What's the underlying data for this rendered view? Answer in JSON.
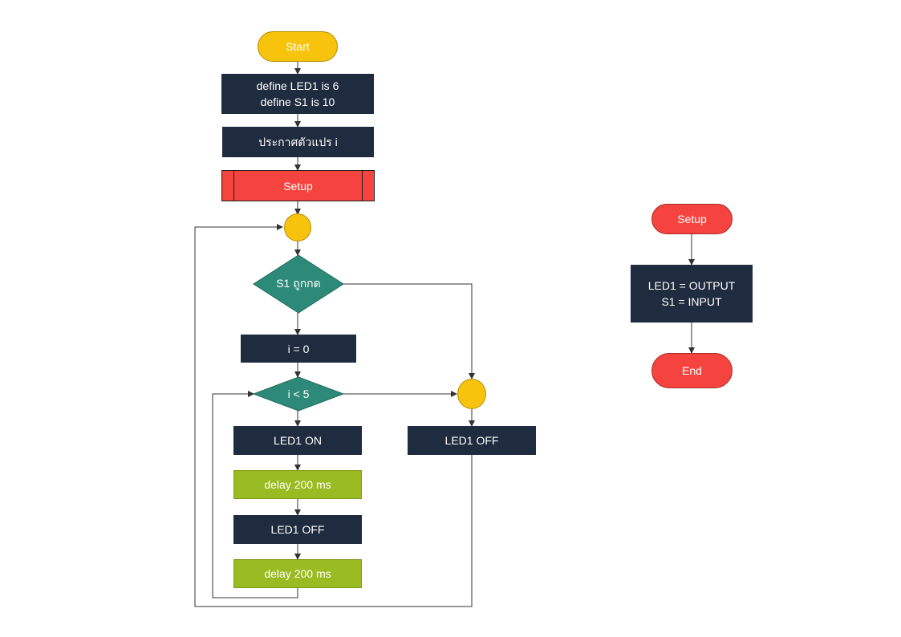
{
  "colors": {
    "process": "#1f2b3e",
    "terminal_start": "#f7c30c",
    "terminal_setup": "#f5443f",
    "decision": "#2e8a78",
    "delay": "#9bbb23",
    "connector": "#f7c30c",
    "line": "#333333"
  },
  "main_flow": {
    "start": "Start",
    "define": "define LED1 is 6\ndefine S1 is 10",
    "declare": "ประกาศตัวแปร i",
    "setup_call": "Setup",
    "cond_s1": "S1 ถูกกด",
    "init_i": "i = 0",
    "cond_i": "i < 5",
    "led_on": "LED1 ON",
    "delay1": "delay 200 ms",
    "led_off_loop": "LED1 OFF",
    "delay2": "delay 200 ms",
    "led_off_else": "LED1 OFF"
  },
  "setup_flow": {
    "start": "Setup",
    "body": "LED1 = OUTPUT\nS1 = INPUT",
    "end": "End"
  }
}
